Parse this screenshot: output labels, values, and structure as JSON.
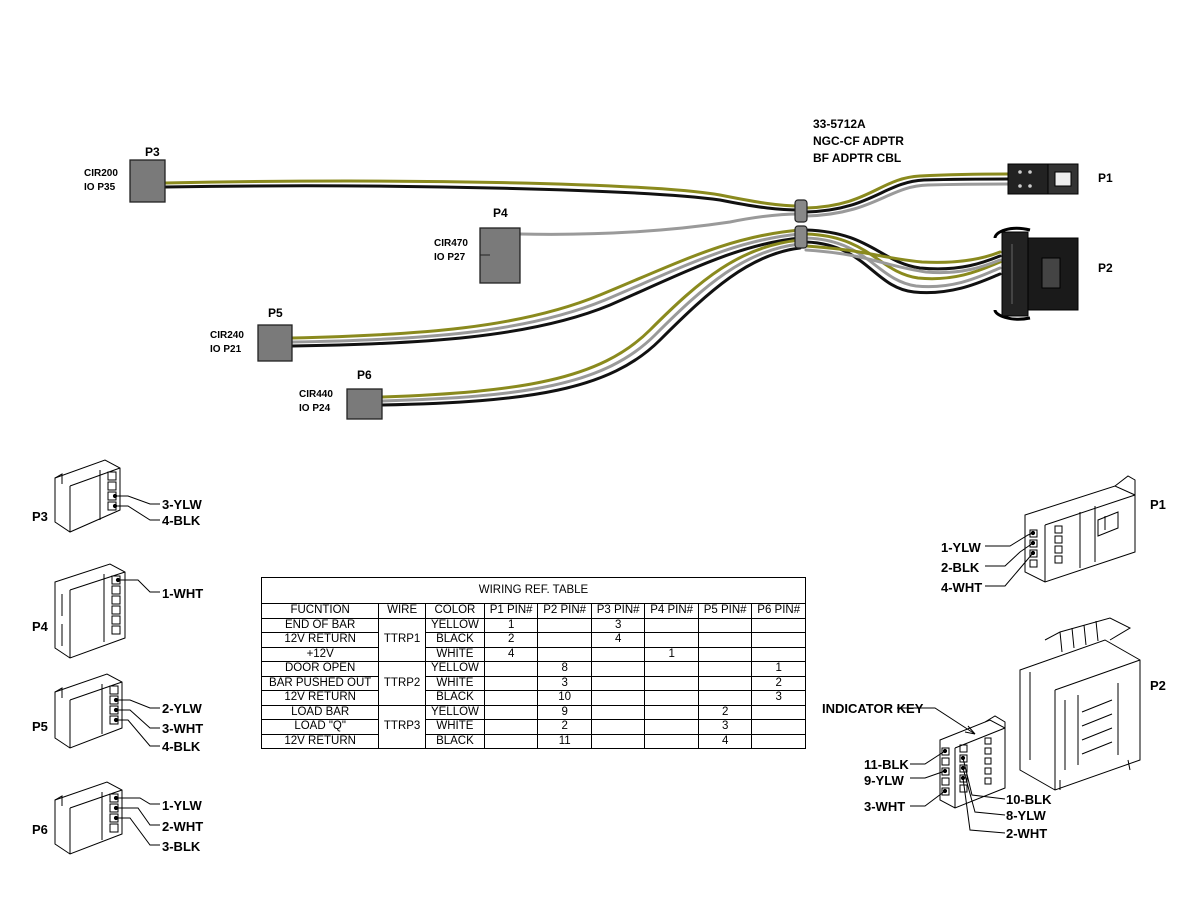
{
  "diagram": {
    "part_number": "33-5712A",
    "description_line1": "NGC-CF ADPTR",
    "description_line2": "BF ADPTR CBL",
    "connectors": {
      "P1": {
        "name": "P1"
      },
      "P2": {
        "name": "P2"
      },
      "P3": {
        "name": "P3",
        "circuit": "CIR200",
        "io": "IO P35"
      },
      "P4": {
        "name": "P4",
        "circuit": "CIR470",
        "io": "IO P27"
      },
      "P5": {
        "name": "P5",
        "circuit": "CIR240",
        "io": "IO P21"
      },
      "P6": {
        "name": "P6",
        "circuit": "CIR440",
        "io": "IO P24"
      }
    },
    "pin_details": {
      "P3": [
        "3-YLW",
        "4-BLK"
      ],
      "P4": [
        "1-WHT"
      ],
      "P5": [
        "2-YLW",
        "3-WHT",
        "4-BLK"
      ],
      "P6": [
        "1-YLW",
        "2-WHT",
        "3-BLK"
      ],
      "P1": [
        "1-YLW",
        "2-BLK",
        "4-WHT"
      ],
      "P2_left": [
        "11-BLK",
        "9-YLW",
        "3-WHT"
      ],
      "P2_right": [
        "10-BLK",
        "8-YLW",
        "2-WHT"
      ]
    },
    "indicator_key": "INDICATOR KEY",
    "wire_colors": {
      "yellow": "#8a8a1e",
      "black": "#111111",
      "white": "#9a9a9a"
    }
  },
  "table": {
    "title": "WIRING REF. TABLE",
    "headers": [
      "FUCNTION",
      "WIRE",
      "COLOR",
      "P1 PIN#",
      "P2 PIN#",
      "P3 PIN#",
      "P4 PIN#",
      "P5 PIN#",
      "P6 PIN#"
    ],
    "groups": [
      {
        "wire": "TTRP1",
        "rows": [
          [
            "END OF BAR",
            "YELLOW",
            "1",
            "",
            "3",
            "",
            "",
            ""
          ],
          [
            "12V RETURN",
            "BLACK",
            "2",
            "",
            "4",
            "",
            "",
            ""
          ],
          [
            "+12V",
            "WHITE",
            "4",
            "",
            "",
            "1",
            "",
            ""
          ]
        ]
      },
      {
        "wire": "TTRP2",
        "rows": [
          [
            "DOOR OPEN",
            "YELLOW",
            "",
            "8",
            "",
            "",
            "",
            "1"
          ],
          [
            "BAR PUSHED OUT",
            "WHITE",
            "",
            "3",
            "",
            "",
            "",
            "2"
          ],
          [
            "12V RETURN",
            "BLACK",
            "",
            "10",
            "",
            "",
            "",
            "3"
          ]
        ]
      },
      {
        "wire": "TTRP3",
        "rows": [
          [
            "LOAD BAR",
            "YELLOW",
            "",
            "9",
            "",
            "",
            "2",
            ""
          ],
          [
            "LOAD \"Q\"",
            "WHITE",
            "",
            "2",
            "",
            "",
            "3",
            ""
          ],
          [
            "12V RETURN",
            "BLACK",
            "",
            "11",
            "",
            "",
            "4",
            ""
          ]
        ]
      }
    ]
  }
}
